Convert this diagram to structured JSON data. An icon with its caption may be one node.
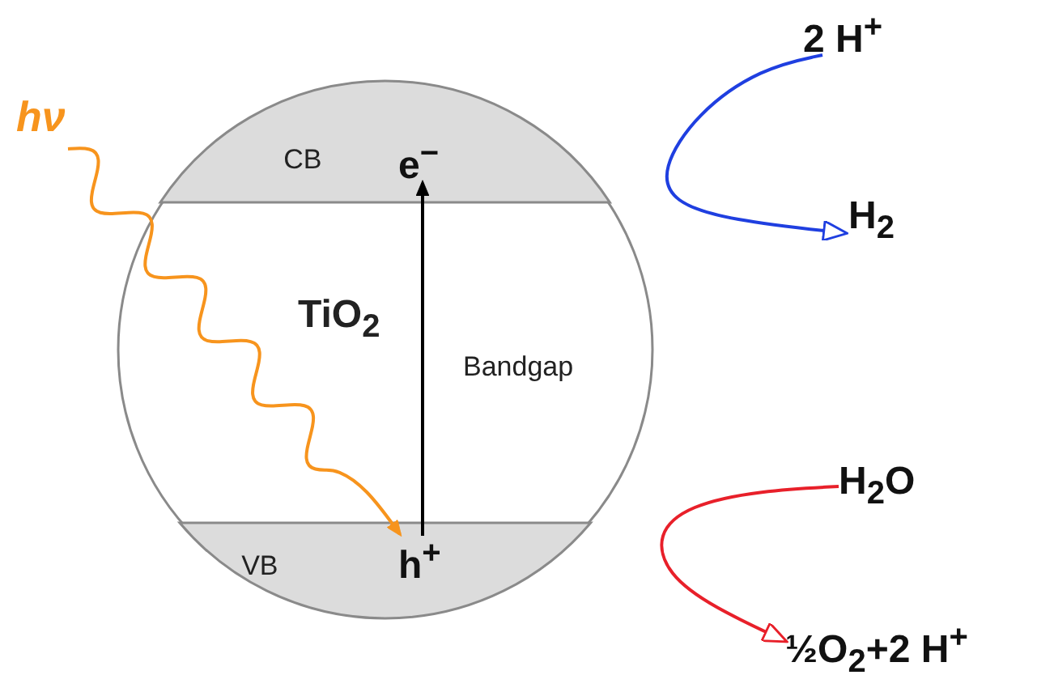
{
  "diagram": {
    "nodes": [
      {
        "text": [
          "TiO$_{2}$"
        ]
      },
      {
        "text": [
          "CB"
        ],
        "in": 0
      },
      {
        "text": [
          "e$^{−}$"
        ],
        "in": 1
      },
      {
        "text": [
          "VB"
        ],
        "in": 0
      },
      {
        "text": [
          "h$^{+}$"
        ],
        "in": 3
      },
      {
        "text": [
          "hν"
        ]
      },
      {
        "text": [
          "2 H$^{+}$"
        ]
      },
      {
        "text": [
          "H$_{2}$"
        ]
      },
      {
        "text": [
          "H$_{2}$O"
        ]
      },
      {
        "text": [
          "½O$_{2}$+2 H$^{+}$"
        ]
      }
    ],
    "edges": [
      {
        "from": 4,
        "to": 2,
        "arrow": "to",
        "label": "Bandgap",
        "color": "#000000"
      },
      {
        "from": 5,
        "to": 4,
        "arrow": "to",
        "color": "#f7941d"
      },
      {
        "from": 6,
        "to": 7,
        "arrow": "to",
        "color": "#1f3fe0"
      },
      {
        "from": 8,
        "to": 9,
        "arrow": "to",
        "color": "#e8202a"
      }
    ]
  }
}
